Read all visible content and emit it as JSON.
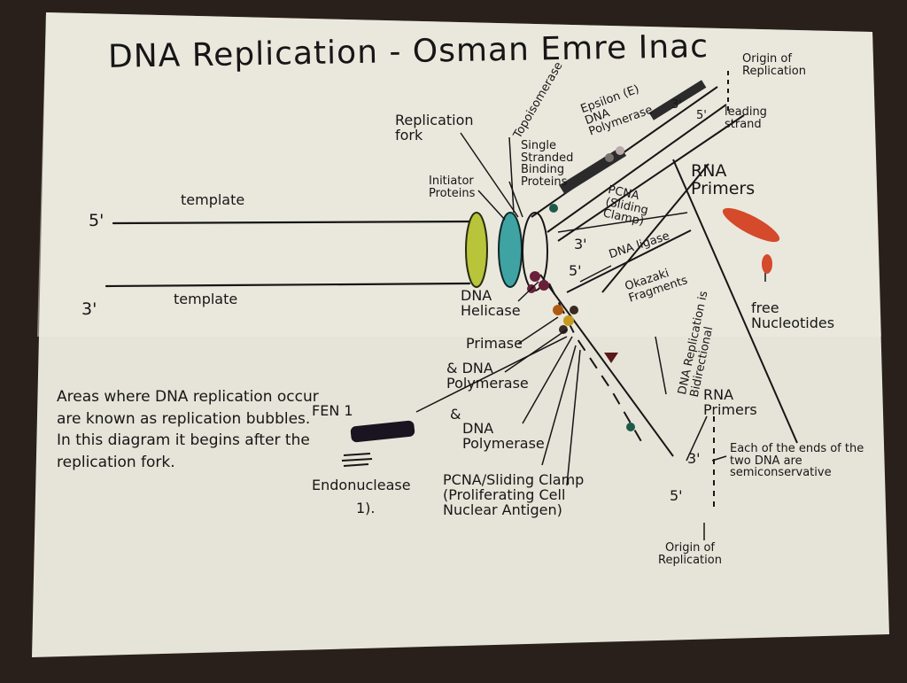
{
  "title": "DNA Replication - Osman Emre Inac",
  "labels": {
    "origin_top": "Origin of Replication",
    "leading_strand": "leading strand",
    "prime_3_top": "3'",
    "prime_5_top": "5'",
    "epsilon": "Epsilon (E) DNA Polymerase",
    "topoisomerase": "Topoisomerase",
    "replication_fork": "Replication fork",
    "ssb": "Single Stranded Binding Proteins",
    "initiator": "Initiator Proteins",
    "pcna_top": "PCNA (Sliding Clamp)",
    "rna_primers_top": "RNA Primers",
    "free_nucleotides": "free Nucleotides",
    "template_top": "template",
    "template_bottom": "template",
    "left_5": "5'",
    "left_3": "3'",
    "mid_3": "3'",
    "mid_5": "5'",
    "dna_ligase": "DNA ligase",
    "okazaki": "Okazaki Fragments",
    "bidirectional": "DNA Replication is Bidirectional",
    "dna_helicase": "DNA Helicase",
    "primase": "Primase",
    "dna_poly_alpha": "& DNA Polymerase",
    "fen1": "FEN 1",
    "fen1_amp": "&",
    "dna_poly_delta": "DNA Polymerase",
    "endonuclease": "Endonuclease",
    "endo_1": "1).",
    "pcna_bottom": "PCNA/Sliding Clamp (Proliferating Cell Nuclear Antigen)",
    "rna_primers_bottom": "RNA Primers",
    "semiconservative": "Each of the ends of the two DNA are semiconservative",
    "bottom_3": "3'",
    "bottom_5": "5'",
    "origin_bottom": "Origin of Replication",
    "note": "Areas where DNA replication occur are known as replication bubbles. In this diagram it begins after the replication fork."
  },
  "colors": {
    "paper": "#e6e4d8",
    "ink": "#161616",
    "helicase_ring_1": "#b8c43a",
    "helicase_ring_2": "#3fa3a3",
    "primer_red": "#d44a2a",
    "fen_black": "#1a1420"
  }
}
